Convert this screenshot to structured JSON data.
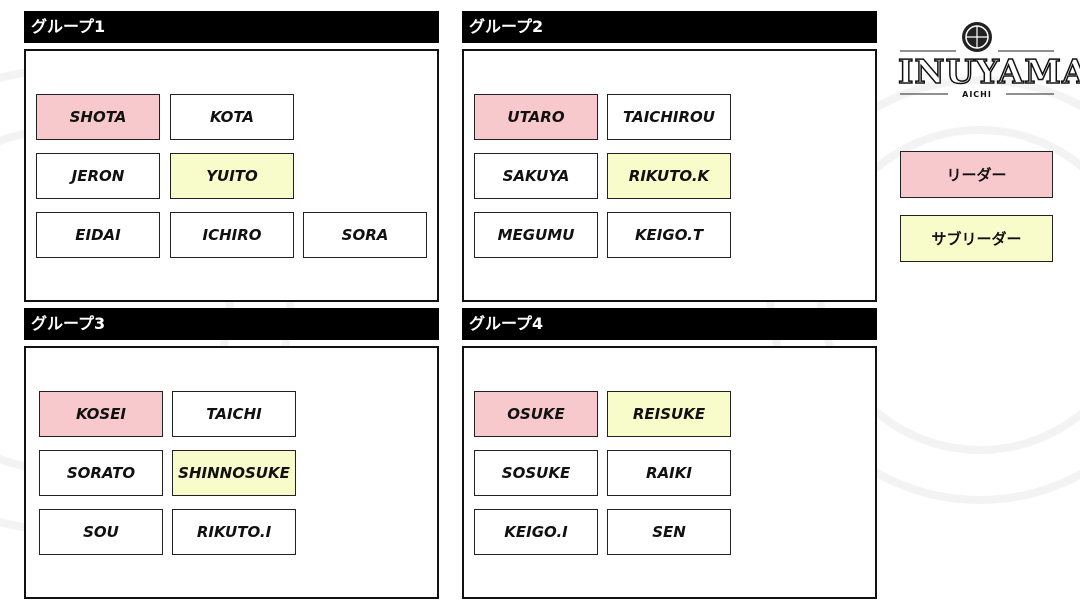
{
  "groups": [
    {
      "title": "グループ1",
      "members": [
        {
          "name": "SHOTA",
          "role": "leader"
        },
        {
          "name": "KOTA",
          "role": "member"
        },
        {
          "name": "JERON",
          "role": "member"
        },
        {
          "name": "YUITO",
          "role": "sub"
        },
        {
          "name": "EIDAI",
          "role": "member"
        },
        {
          "name": "ICHIRO",
          "role": "member"
        },
        {
          "name": "SORA",
          "role": "member"
        }
      ]
    },
    {
      "title": "グループ2",
      "members": [
        {
          "name": "UTARO",
          "role": "leader"
        },
        {
          "name": "TAICHIROU",
          "role": "member"
        },
        {
          "name": "SAKUYA",
          "role": "member"
        },
        {
          "name": "RIKUTO.K",
          "role": "sub"
        },
        {
          "name": "MEGUMU",
          "role": "member"
        },
        {
          "name": "KEIGO.T",
          "role": "member"
        }
      ]
    },
    {
      "title": "グループ3",
      "members": [
        {
          "name": "KOSEI",
          "role": "leader"
        },
        {
          "name": "TAICHI",
          "role": "member"
        },
        {
          "name": "SORATO",
          "role": "member"
        },
        {
          "name": "SHINNOSUKE",
          "role": "sub"
        },
        {
          "name": "SOU",
          "role": "member"
        },
        {
          "name": "RIKUTO.I",
          "role": "member"
        }
      ]
    },
    {
      "title": "グループ4",
      "members": [
        {
          "name": "OSUKE",
          "role": "leader"
        },
        {
          "name": "REISUKE",
          "role": "sub"
        },
        {
          "name": "SOSUKE",
          "role": "member"
        },
        {
          "name": "RAIKI",
          "role": "member"
        },
        {
          "name": "KEIGO.I",
          "role": "member"
        },
        {
          "name": "SEN",
          "role": "member"
        }
      ]
    }
  ],
  "legend": {
    "leader_label": "リーダー",
    "sub_leader_label": "サブリーダー"
  },
  "logo": {
    "name": "INUYAMA",
    "sub": "AICHI",
    "icon": "basketball-icon"
  },
  "colors": {
    "leader": "#f7c9cc",
    "sub_leader": "#f8fccb",
    "header": "#000000"
  }
}
